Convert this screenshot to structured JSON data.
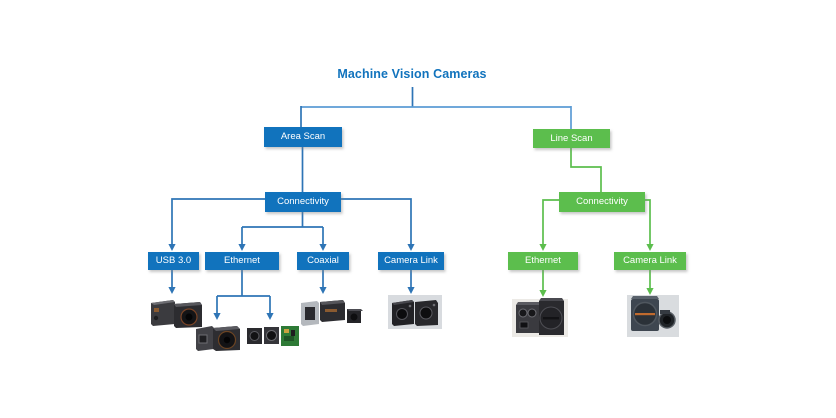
{
  "title": "Machine Vision Cameras",
  "colors": {
    "blue_node": "#1173BD",
    "green_node": "#5CBE4D",
    "blue_line": "#2E75B6",
    "light_blue_line": "#5B9BD5",
    "green_line": "#5CBE4D",
    "title_text": "#1173BD"
  },
  "area_scan": {
    "label": "Area Scan",
    "connectivity": "Connectivity",
    "children": [
      "USB 3.0",
      "Ethernet",
      "Coaxial",
      "Camera Link"
    ]
  },
  "line_scan": {
    "label": "Line Scan",
    "connectivity": "Connectivity",
    "children": [
      "Ethernet",
      "Camera Link"
    ]
  },
  "images": {
    "usb3": "usb3-cube-cameras-photo",
    "ethernet_camera": "gige-cube-camera-photo",
    "ethernet_boards": "board-level-cameras-photo",
    "coaxial": "coaxpress-cameras-photo",
    "camera_link": "camera-link-cameras-photo",
    "line_scan_ethernet": "gige-line-scan-camera-photo",
    "line_scan_camera_link": "camera-link-line-scan-camera-photo"
  }
}
